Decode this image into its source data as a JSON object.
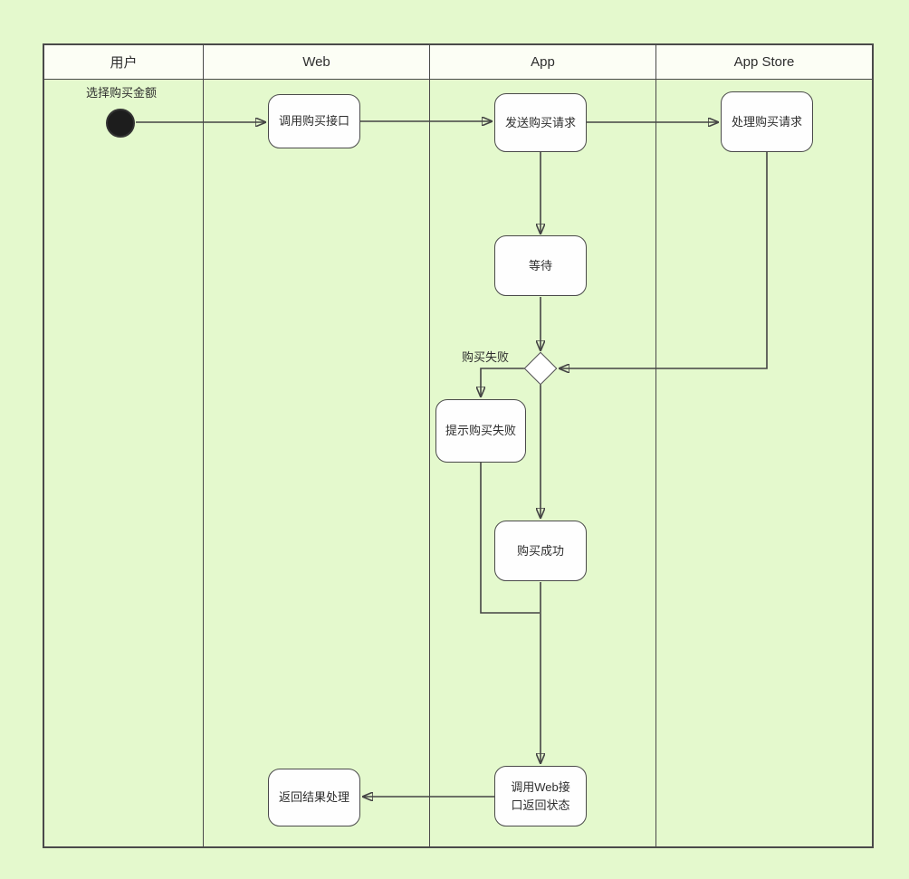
{
  "lanes": [
    {
      "label": "用户"
    },
    {
      "label": "Web"
    },
    {
      "label": "App"
    },
    {
      "label": "App Store"
    }
  ],
  "nodes": {
    "start_label": "选择购买金额",
    "call_purchase_api": "调用购买接口",
    "send_purchase_request": "发送购买请求",
    "handle_purchase_request": "处理购买请求",
    "wait": "等待",
    "prompt_purchase_failure": "提示购买失败",
    "purchase_success": "购买成功",
    "call_web_api": "调用Web接\n口返回状态",
    "return_result": "返回结果处理"
  },
  "edges": {
    "purchase_failure_label": "购买失败"
  },
  "colors": {
    "background": "#e4f9cd",
    "lane_header_fill": "#fcfef5",
    "node_fill": "#fefefe",
    "line": "#4a4a4a",
    "text": "#2e2e2e",
    "start_node_fill": "#1d1d1d"
  }
}
